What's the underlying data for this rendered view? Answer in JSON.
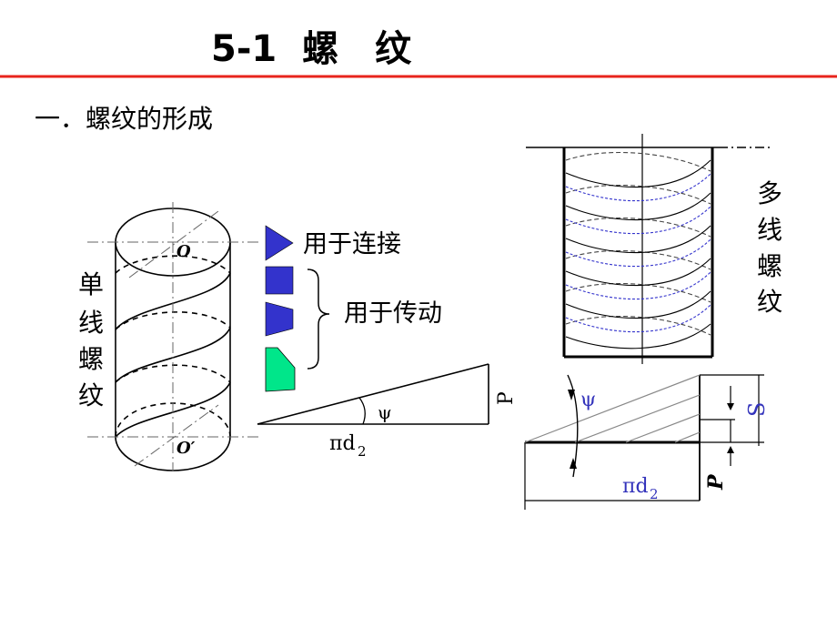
{
  "slide": {
    "title": "5-1  螺　纹",
    "section_heading": "一．螺纹的形成",
    "accent_color": "#e8241c"
  },
  "single_thread": {
    "label_chars": [
      "单",
      "线",
      "螺",
      "纹"
    ],
    "top_center": "O",
    "bottom_center": "O′"
  },
  "profiles": {
    "fill_blue": "#3333cc",
    "fill_green": "#00e68a",
    "connection_label": "用于连接",
    "transmission_label": "用于传动"
  },
  "lead_triangle": {
    "angle_symbol": "ψ",
    "base_label_main": "πd",
    "base_label_sub": "2",
    "height_label": "P"
  },
  "multi_thread": {
    "label_chars": [
      "多",
      "线",
      "螺",
      "纹"
    ]
  },
  "multi_triangle": {
    "angle_symbol": "ψ",
    "lead_label": "S",
    "pitch_label": "P",
    "base_label_main": "πd",
    "base_label_sub": "2",
    "label_color": "#3333bb"
  }
}
